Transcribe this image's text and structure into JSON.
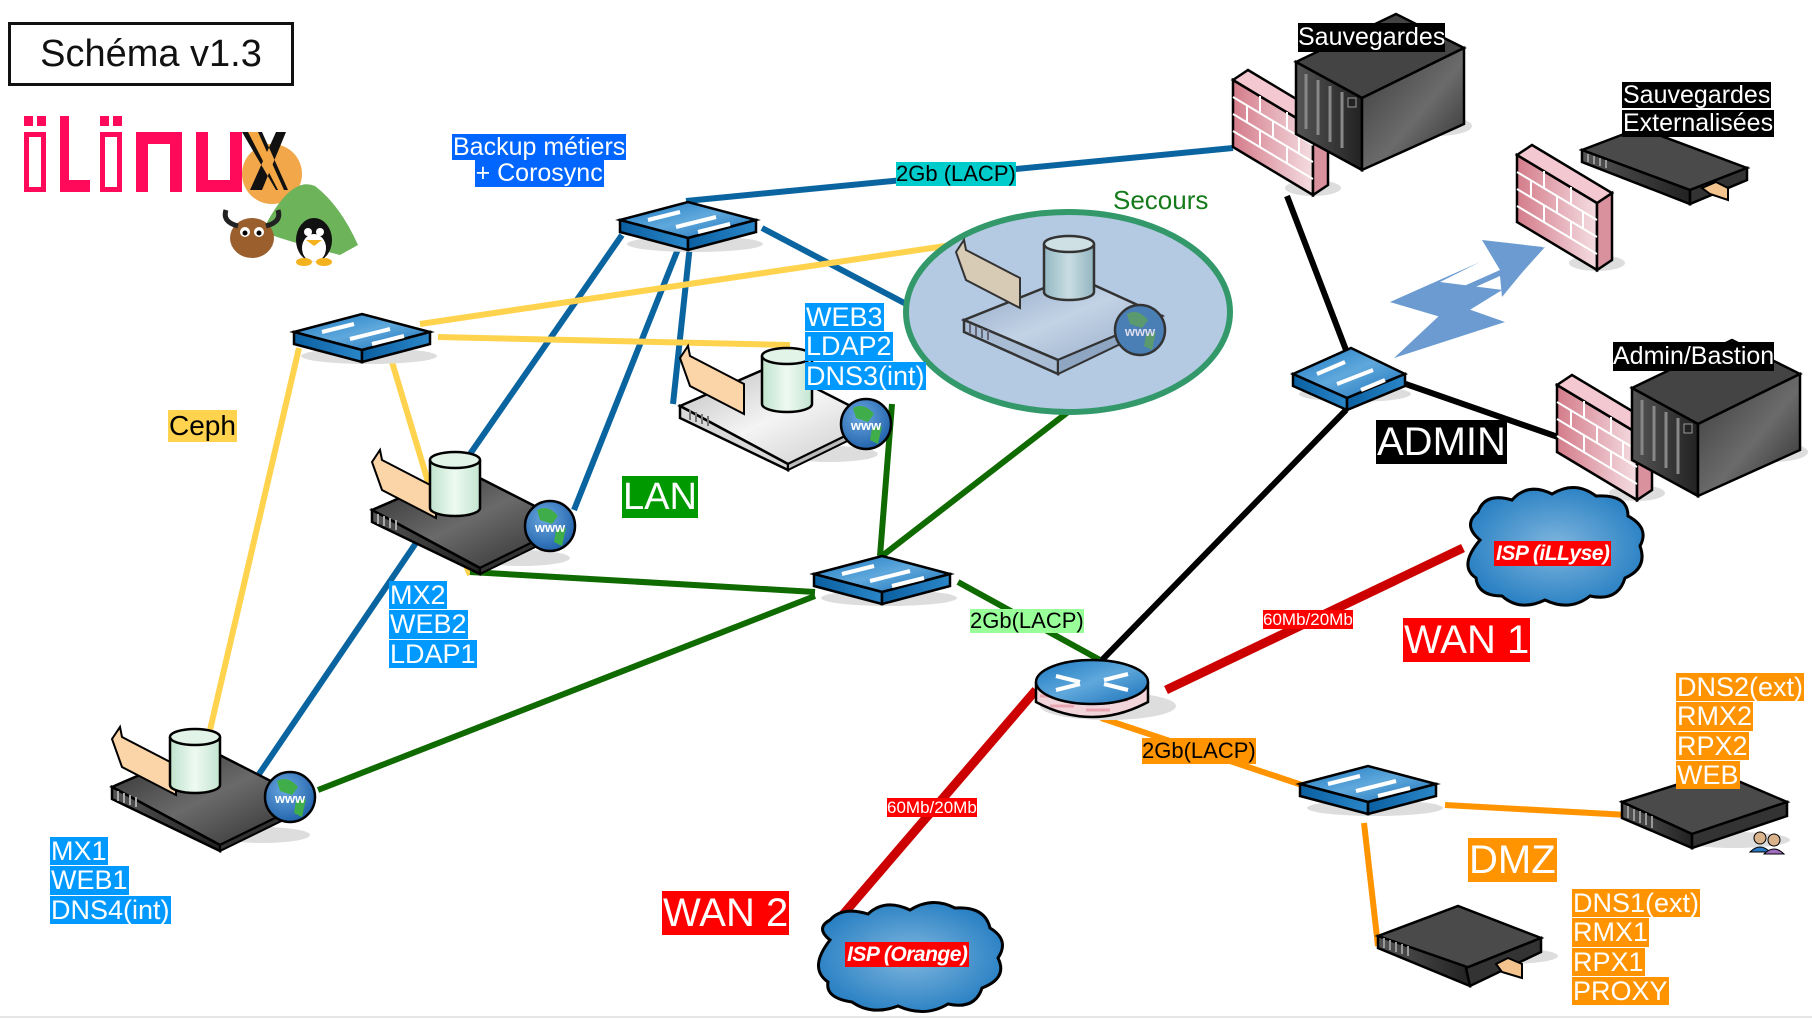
{
  "title": "Schéma v1.3",
  "logo": {
    "text": "iLinux",
    "icon": "ilinux-logo-gnu-tux"
  },
  "colors": {
    "blue_link": "#0a64a0",
    "ceph_yellow": "#ffd34d",
    "lan_green": "#0f6a00",
    "admin_black": "#000000",
    "wan_red": "#cc0000",
    "dmz_orange": "#ff9400",
    "secours_fill": "#b4c9e2",
    "secours_border": "#33996a"
  },
  "labels": {
    "backup": [
      "Backup métiers",
      " + Corosync"
    ],
    "link_2gb_top": "2Gb (LACP)",
    "secours": "Secours",
    "ceph": "Ceph",
    "lan": "LAN",
    "link_2gb_lan": "2Gb(LACP)",
    "link_2gb_dmz": "2Gb(LACP)",
    "admin": "ADMIN",
    "wan1": "WAN 1",
    "wan2": "WAN 2",
    "wan1_speed": "60Mb/20Mb",
    "wan2_speed": "60Mb/20Mb",
    "dmz": "DMZ",
    "isp1": "ISP (iLLyse)",
    "isp2": "ISP (Orange)",
    "sauvegardes": "Sauvegardes",
    "sauvegardes_ext": [
      "Sauvegardes",
      "Externalisées"
    ],
    "admin_bastion": "Admin/Bastion"
  },
  "servers": {
    "lan1": [
      "MX1",
      "WEB1",
      "DNS4(int)"
    ],
    "lan2": [
      "MX2",
      "WEB2",
      "LDAP1"
    ],
    "lan3": [
      "WEB3",
      "LDAP2",
      "DNS3(int)"
    ],
    "dmz2": [
      "DNS2(ext)",
      "RMX2",
      "RPX2",
      "WEB"
    ],
    "dmz1": [
      "DNS1(ext)",
      "RMX1",
      "RPX1",
      "PROXY"
    ]
  },
  "icons": {
    "switch": "network-switch-icon",
    "router": "router-firewall-icon",
    "firewall": "firewall-icon",
    "server": "rack-server-icon",
    "tower": "tower-server-icon",
    "cloud": "cloud-icon",
    "database": "database-icon",
    "folder": "folder-icon",
    "globe": "www-globe-icon",
    "users": "users-icon",
    "arrow": "lightning-arrow-icon"
  }
}
